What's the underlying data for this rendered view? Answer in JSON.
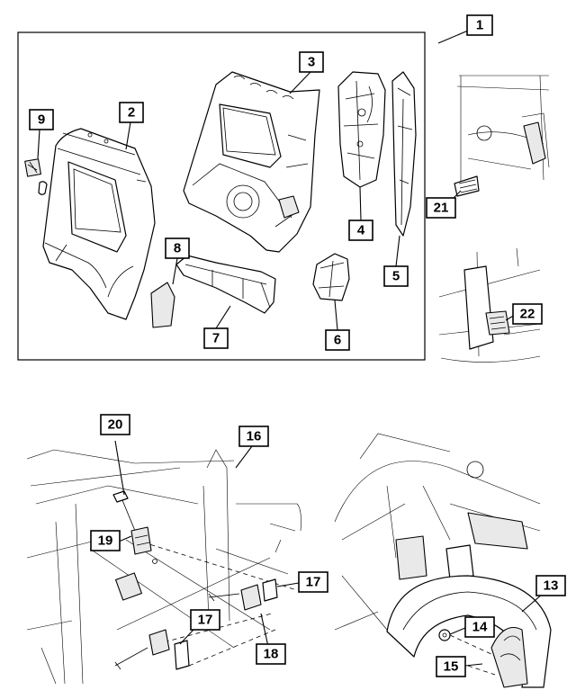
{
  "callouts": [
    {
      "id": "1",
      "label": "1"
    },
    {
      "id": "2",
      "label": "2"
    },
    {
      "id": "3",
      "label": "3"
    },
    {
      "id": "4",
      "label": "4"
    },
    {
      "id": "5",
      "label": "5"
    },
    {
      "id": "6",
      "label": "6"
    },
    {
      "id": "7",
      "label": "7"
    },
    {
      "id": "8",
      "label": "8"
    },
    {
      "id": "9",
      "label": "9"
    },
    {
      "id": "13",
      "label": "13"
    },
    {
      "id": "14",
      "label": "14"
    },
    {
      "id": "15",
      "label": "15"
    },
    {
      "id": "16",
      "label": "16"
    },
    {
      "id": "17a",
      "label": "17"
    },
    {
      "id": "17b",
      "label": "17"
    },
    {
      "id": "18",
      "label": "18"
    },
    {
      "id": "19",
      "label": "19"
    },
    {
      "id": "20",
      "label": "20"
    },
    {
      "id": "21",
      "label": "21"
    },
    {
      "id": "22",
      "label": "22"
    }
  ],
  "colors": {
    "line": "#000000",
    "background": "#ffffff",
    "shade": "#e9e9e9"
  }
}
